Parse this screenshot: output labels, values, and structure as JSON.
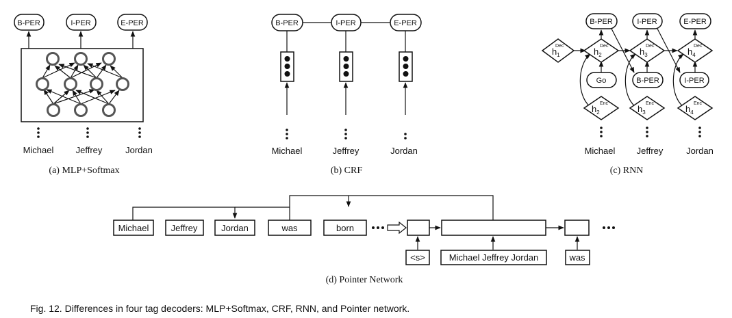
{
  "labels": {
    "b_per": "B-PER",
    "i_per": "I-PER",
    "e_per": "E-PER",
    "go": "Go",
    "h": "h",
    "dec": "Dec",
    "enc": "Enc",
    "start_token": "<s>",
    "entity": "Michael Jeffrey Jordan",
    "next_word": "was"
  },
  "words": [
    "Michael",
    "Jeffrey",
    "Jordan",
    "was",
    "born"
  ],
  "subscripts": [
    "1",
    "2",
    "3",
    "4"
  ],
  "captions": {
    "a": "(a)  MLP+Softmax",
    "b": "(b)  CRF",
    "c": "(c)  RNN",
    "d": "(d)  Pointer Network"
  },
  "figure_caption": "Fig. 12. Differences in four tag decoders: MLP+Softmax, CRF, RNN, and Pointer network."
}
